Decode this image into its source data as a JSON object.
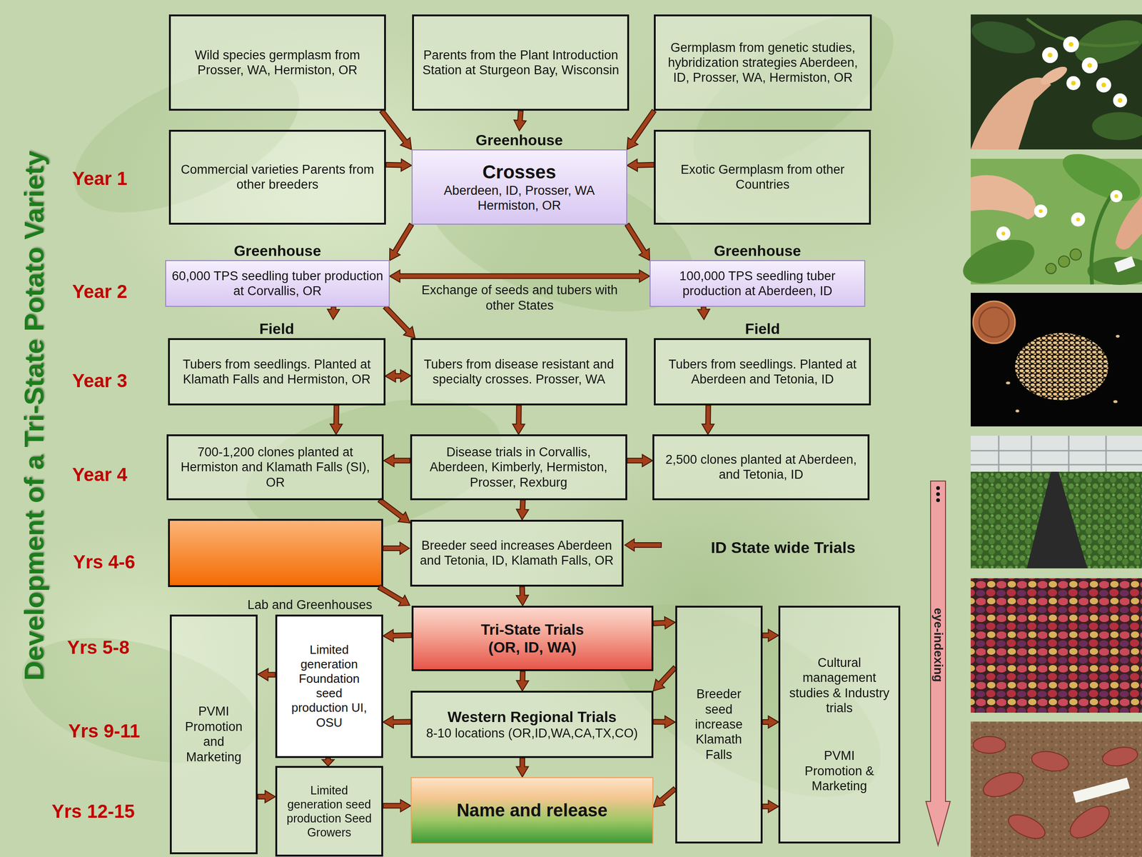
{
  "diagram": {
    "title": "Development of a Tri-State Potato Variety",
    "nodes": [
      {
        "text": [
          "Wild species germplasm from Prosser, WA, Hermiston, OR"
        ]
      },
      {
        "text": [
          "Parents from the Plant Introduction Station at Sturgeon Bay, Wisconsin"
        ]
      },
      {
        "text": [
          "Germplasm from genetic studies, hybridization strategies Aberdeen, ID, Prosser, WA, Hermiston, OR"
        ]
      },
      {
        "text": [
          "Commercial varieties Parents from other breeders"
        ]
      },
      {
        "text": [
          "Greenhouse",
          "Crosses",
          "Aberdeen, ID, Prosser, WA Hermiston, OR"
        ]
      },
      {
        "text": [
          "Exotic Germplasm from other Countries"
        ]
      },
      {
        "text": [
          "Greenhouse",
          "60,000 TPS seedling tuber production at Corvallis, OR"
        ]
      },
      {
        "text": [
          "Greenhouse",
          "100,000 TPS seedling tuber production at Aberdeen, ID"
        ]
      },
      {
        "text": [
          "Field",
          "Tubers from seedlings. Planted at Klamath Falls and Hermiston, OR"
        ]
      },
      {
        "text": [
          "Tubers from disease resistant and specialty crosses. Prosser, WA"
        ]
      },
      {
        "text": [
          "Field",
          "Tubers from seedlings. Planted at Aberdeen and Tetonia, ID"
        ]
      },
      {
        "text": [
          "700-1,200 clones planted at Hermiston and Klamath Falls (SI), OR"
        ]
      },
      {
        "text": [
          "Disease trials in Corvallis, Aberdeen, Kimberly, Hermiston, Prosser, Rexburg"
        ]
      },
      {
        "text": [
          "2,500 clones planted at Aberdeen, and Tetonia, ID"
        ]
      },
      {
        "text": [
          "Breeder seed increases Aberdeen and Tetonia, ID, Klamath Falls, OR"
        ]
      },
      {
        "text": [
          "Tri-State Trials (OR, ID, WA)"
        ]
      },
      {
        "text": [
          "PVMI Promotion and Marketing"
        ]
      },
      {
        "text": [
          "Limited generation Foundation seed production UI, OSU"
        ]
      },
      {
        "text": [
          "Western Regional Trials",
          "8-10 locations (OR,ID,WA,CA,TX,CO)"
        ]
      },
      {
        "text": [
          "Breeder seed increase Klamath Falls"
        ]
      },
      {
        "text": [
          "Cultural management studies & Industry trials",
          "PVMI Promotion & Marketing"
        ]
      },
      {
        "text": [
          "Limited generation seed production Seed Growers"
        ]
      },
      {
        "text": [
          "Name and release"
        ]
      }
    ],
    "edges": [
      {
        "from": 0,
        "to": 4,
        "arrow": "to"
      },
      {
        "from": 1,
        "to": 4,
        "arrow": "to"
      },
      {
        "from": 2,
        "to": 4,
        "arrow": "to"
      },
      {
        "from": 3,
        "to": 4,
        "arrow": "to"
      },
      {
        "from": 5,
        "to": 4,
        "arrow": "to"
      },
      {
        "from": 4,
        "to": 6,
        "arrow": "to"
      },
      {
        "from": 4,
        "to": 7,
        "arrow": "to"
      },
      {
        "from": 6,
        "to": 7,
        "label": "Exchange of seeds and tubers with other States",
        "arrow": "both"
      },
      {
        "from": 6,
        "to": 8,
        "arrow": "to"
      },
      {
        "from": 6,
        "to": 9,
        "arrow": "to"
      },
      {
        "from": 7,
        "to": 10,
        "arrow": "to"
      },
      {
        "from": 8,
        "to": 9,
        "arrow": "both"
      },
      {
        "from": 8,
        "to": 11,
        "arrow": "to"
      },
      {
        "from": 9,
        "to": 12,
        "arrow": "to"
      },
      {
        "from": 10,
        "to": 13,
        "arrow": "to"
      },
      {
        "from": 12,
        "to": 11,
        "arrow": "to"
      },
      {
        "from": 12,
        "to": 13,
        "arrow": "to"
      },
      {
        "from": 12,
        "to": 14,
        "arrow": "to"
      },
      {
        "from": 11,
        "to": 14,
        "arrow": "to"
      },
      {
        "from": 14,
        "to": 15,
        "arrow": "to"
      },
      {
        "from": 15,
        "to": 17,
        "arrow": "to"
      },
      {
        "from": 15,
        "to": 18,
        "arrow": "to"
      },
      {
        "from": 15,
        "to": 19,
        "arrow": "to"
      },
      {
        "from": 17,
        "to": 16,
        "arrow": "to"
      },
      {
        "from": 18,
        "to": 17,
        "arrow": "to"
      },
      {
        "from": 18,
        "to": 19,
        "arrow": "to"
      },
      {
        "from": 18,
        "to": 22,
        "arrow": "to"
      },
      {
        "from": 17,
        "to": 21,
        "arrow": "to"
      },
      {
        "from": 16,
        "to": 21,
        "arrow": "to"
      },
      {
        "from": 21,
        "to": 22,
        "arrow": "to"
      },
      {
        "from": 19,
        "to": 18,
        "arrow": "to"
      },
      {
        "from": 19,
        "to": 22,
        "arrow": "to"
      },
      {
        "from": 19,
        "to": 20,
        "arrow": "to"
      },
      {
        "from": 19,
        "to": 20,
        "arrow": "to"
      },
      {
        "from": 19,
        "to": 20,
        "arrow": "to"
      }
    ],
    "labels": [
      "Year 1",
      "Year 2",
      "Year 3",
      "Year 4",
      "Yrs 4-6",
      "Yrs 5-8",
      "Yrs 9-11",
      "Yrs 12-15",
      "ID State wide Trials",
      "Lab and Greenhouses",
      "eye-indexing"
    ]
  }
}
